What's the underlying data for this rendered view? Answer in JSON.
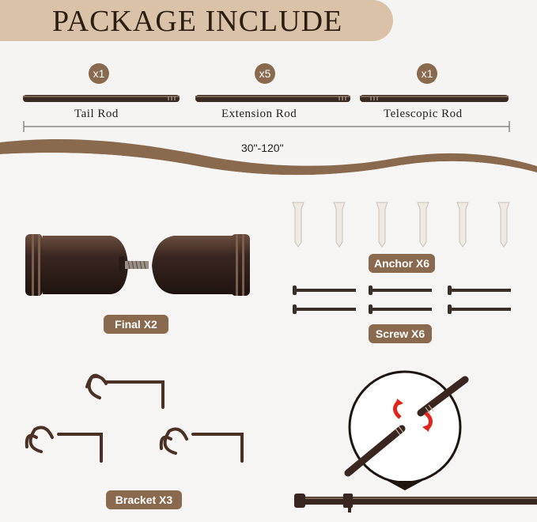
{
  "title": "PACKAGE INCLUDE",
  "rods": [
    {
      "count": "x1",
      "label": "Tail Rod"
    },
    {
      "count": "x5",
      "label": "Extension Rod"
    },
    {
      "count": "x1",
      "label": "Telescopic Rod"
    }
  ],
  "length_range": "30\"-120\"",
  "parts": {
    "anchor": "Anchor X6",
    "screw": "Screw X6",
    "finial": "Final X2",
    "bracket": "Bracket X3"
  },
  "colors": {
    "banner": "#d9c2a7",
    "accent": "#8a6a4e",
    "metal": "#3a2a22",
    "arrow": "#e0261c"
  }
}
